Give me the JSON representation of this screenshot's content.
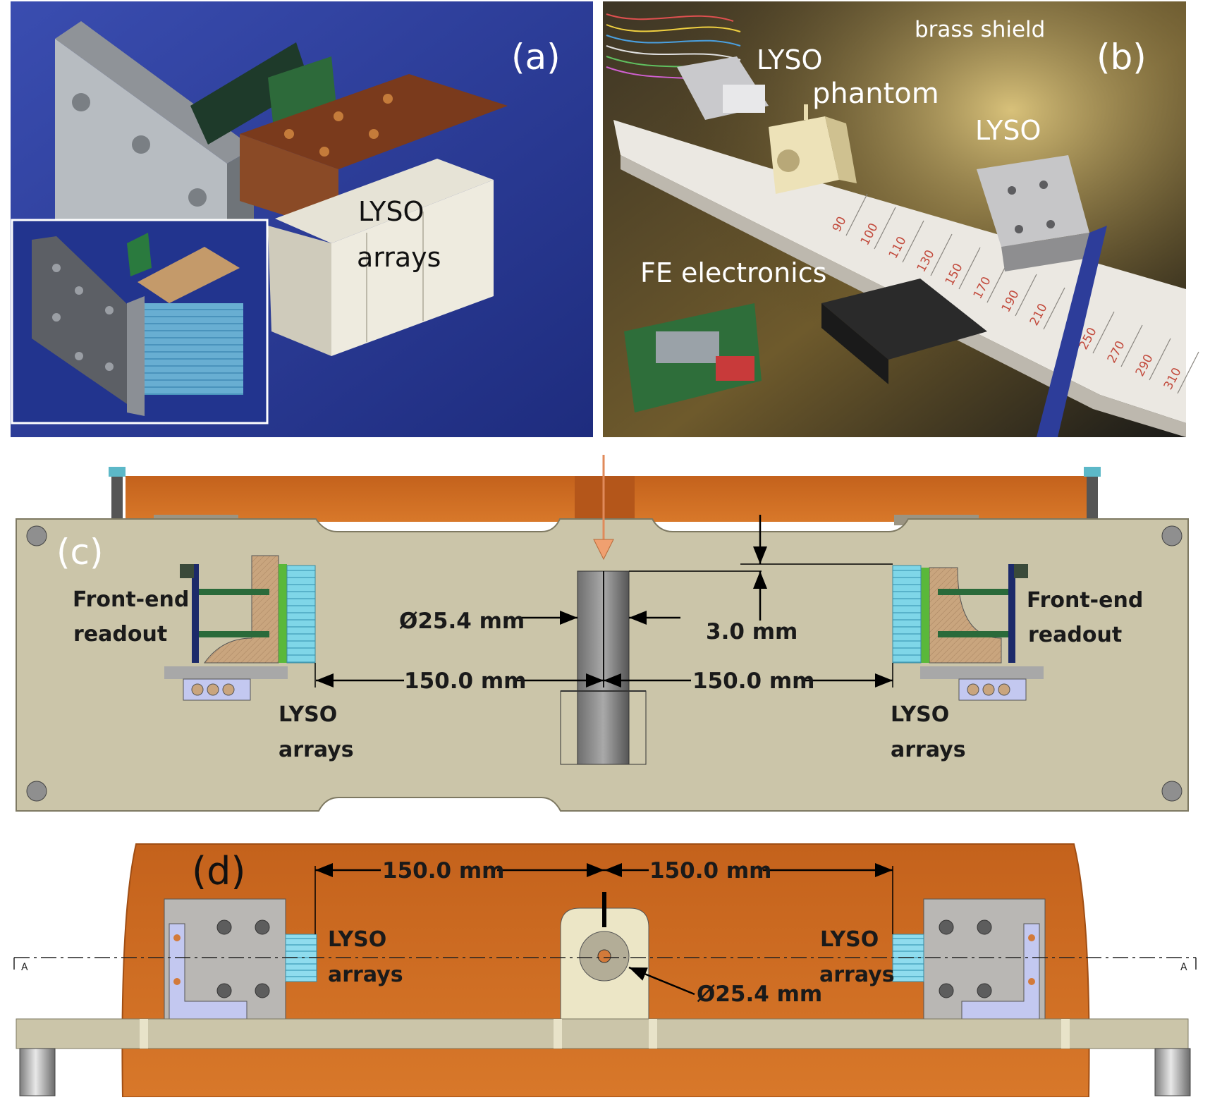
{
  "panel_a": {
    "tag": "(a)",
    "label_line1": "LYSO",
    "label_line2": "arrays"
  },
  "panel_b": {
    "tag": "(b)",
    "brass_shield": "brass shield",
    "lyso_left": "LYSO",
    "phantom": "phantom",
    "lyso_right": "LYSO",
    "fe_electronics": "FE electronics",
    "ruler_marks": [
      "90",
      "100",
      "110",
      "130",
      "150",
      "170",
      "190",
      "210",
      "250",
      "270",
      "290",
      "310"
    ]
  },
  "panel_c": {
    "tag": "(c)",
    "front_end_left_1": "Front-end",
    "front_end_left_2": "readout",
    "front_end_right_1": "Front-end",
    "front_end_right_2": "readout",
    "diameter": "Ø25.4 mm",
    "gap": "3.0 mm",
    "dist_left": "150.0 mm",
    "dist_right": "150.0 mm",
    "lyso_left_1": "LYSO",
    "lyso_left_2": "arrays",
    "lyso_right_1": "LYSO",
    "lyso_right_2": "arrays"
  },
  "panel_d": {
    "tag": "(d)",
    "dist_left": "150.0 mm",
    "dist_right": "150.0 mm",
    "lyso_left_1": "LYSO",
    "lyso_left_2": "arrays",
    "lyso_right_1": "LYSO",
    "lyso_right_2": "arrays",
    "diameter": "Ø25.4 mm",
    "section_left": "A",
    "section_right": "A"
  },
  "colors": {
    "blue_bg": "#2a3a9a",
    "copper": "#c8681e",
    "plate": "#c9c3a6",
    "crystal": "#7fd6e8"
  }
}
